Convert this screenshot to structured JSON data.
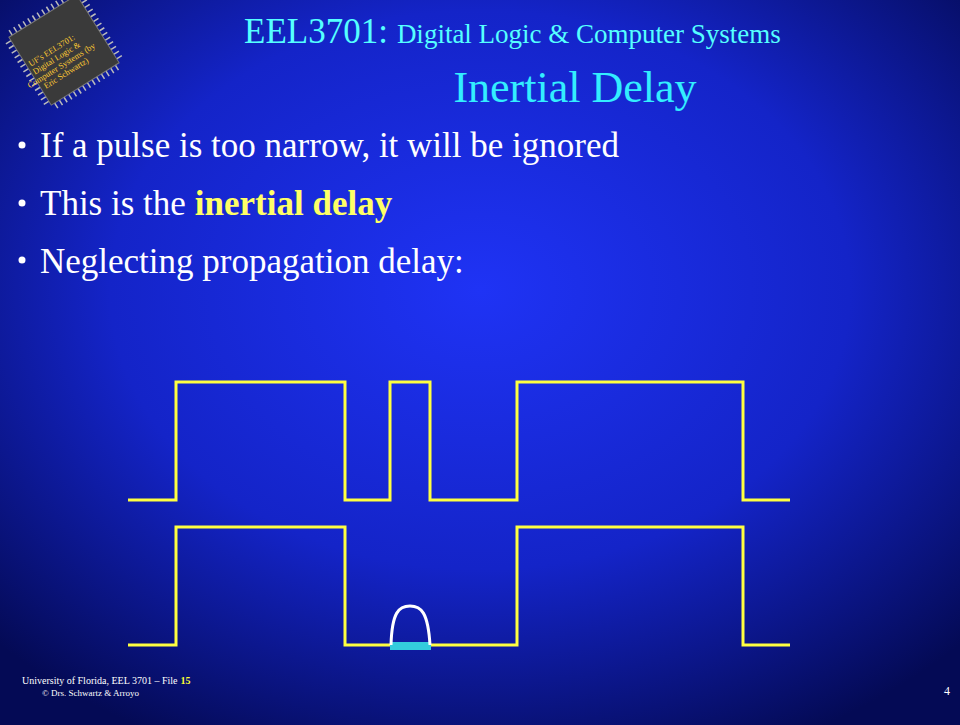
{
  "diagram": {
    "title": "Inertial Delay",
    "labels": [
      "EEL3701:",
      "Digital Logic & Computer Systems",
      "UF's EEL3701: Digital Logic & Computer Systems (by Eric Schwartz)",
      "If a pulse is too narrow, it will be ignored",
      "This is the",
      "inertial delay",
      "Neglecting propagation delay:",
      "University of Florida, EEL 3701 – File",
      "15",
      "© Drs. Schwartz & Arroyo",
      "4"
    ]
  }
}
